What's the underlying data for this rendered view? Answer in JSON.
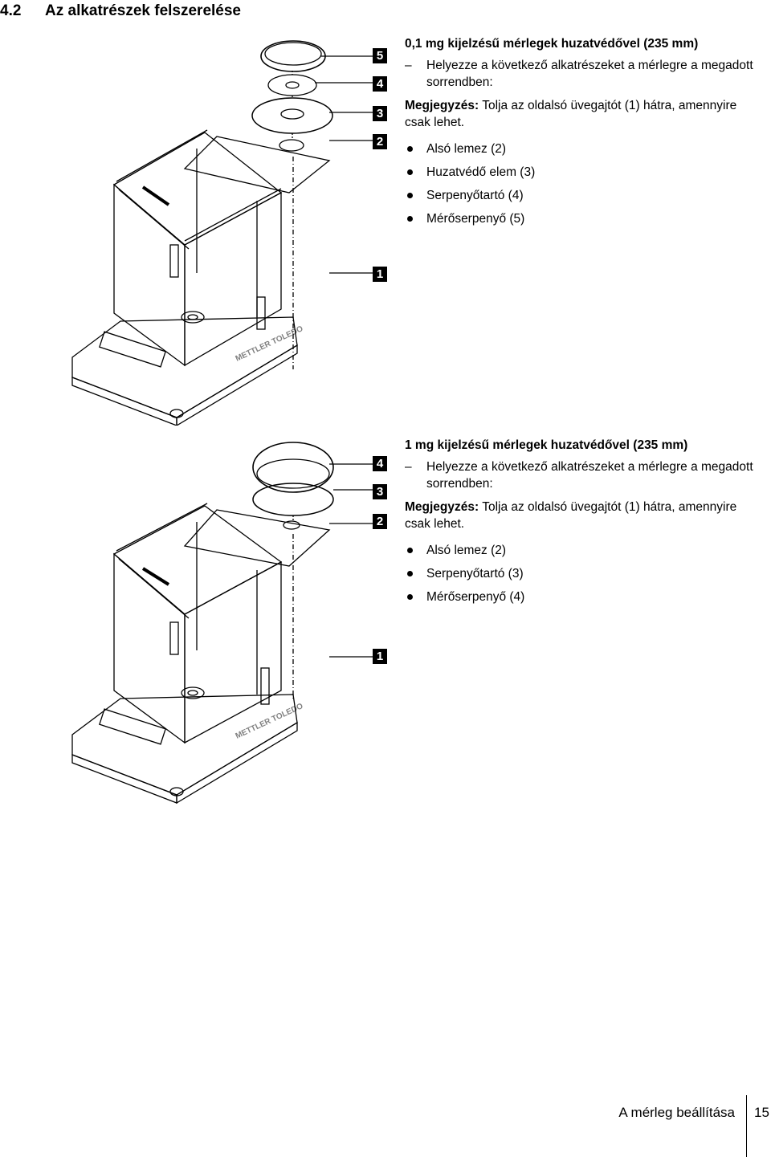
{
  "heading": {
    "number": "4.2",
    "title": "Az alkatrészek felszerelése"
  },
  "section1": {
    "title": "0,1 mg kijelzésű mérlegek huzatvédővel (235 mm)",
    "step_dash": "–",
    "step": "Helyezze a következő alkatrészeket a mérlegre a megadott sorrendben:",
    "note_label": "Megjegyzés:",
    "note_text": " Tolja az oldalsó üvegajtót (1) hátra, amennyire csak lehet.",
    "items": [
      "Alsó lemez (2)",
      "Huzatvédő elem (3)",
      "Serpenyőtartó (4)",
      "Mérőserpenyő (5)"
    ]
  },
  "section2": {
    "title": "1 mg kijelzésű mérlegek huzatvédővel (235 mm)",
    "step_dash": "–",
    "step": "Helyezze a következő alkatrészeket a mérlegre a megadott sorrendben:",
    "note_label": "Megjegyzés:",
    "note_text": " Tolja az oldalsó üvegajtót (1) hátra, amennyire csak lehet.",
    "items": [
      "Alsó lemez (2)",
      "Serpenyőtartó (3)",
      "Mérőserpenyő (4)"
    ]
  },
  "figure1": {
    "callouts": [
      "5",
      "4",
      "3",
      "2",
      "1"
    ],
    "brand": "METTLER TOLEDO"
  },
  "figure2": {
    "callouts": [
      "4",
      "3",
      "2",
      "1"
    ],
    "brand": "METTLER TOLEDO"
  },
  "footer": {
    "chapter": "A mérleg beállítása",
    "page": "15"
  }
}
